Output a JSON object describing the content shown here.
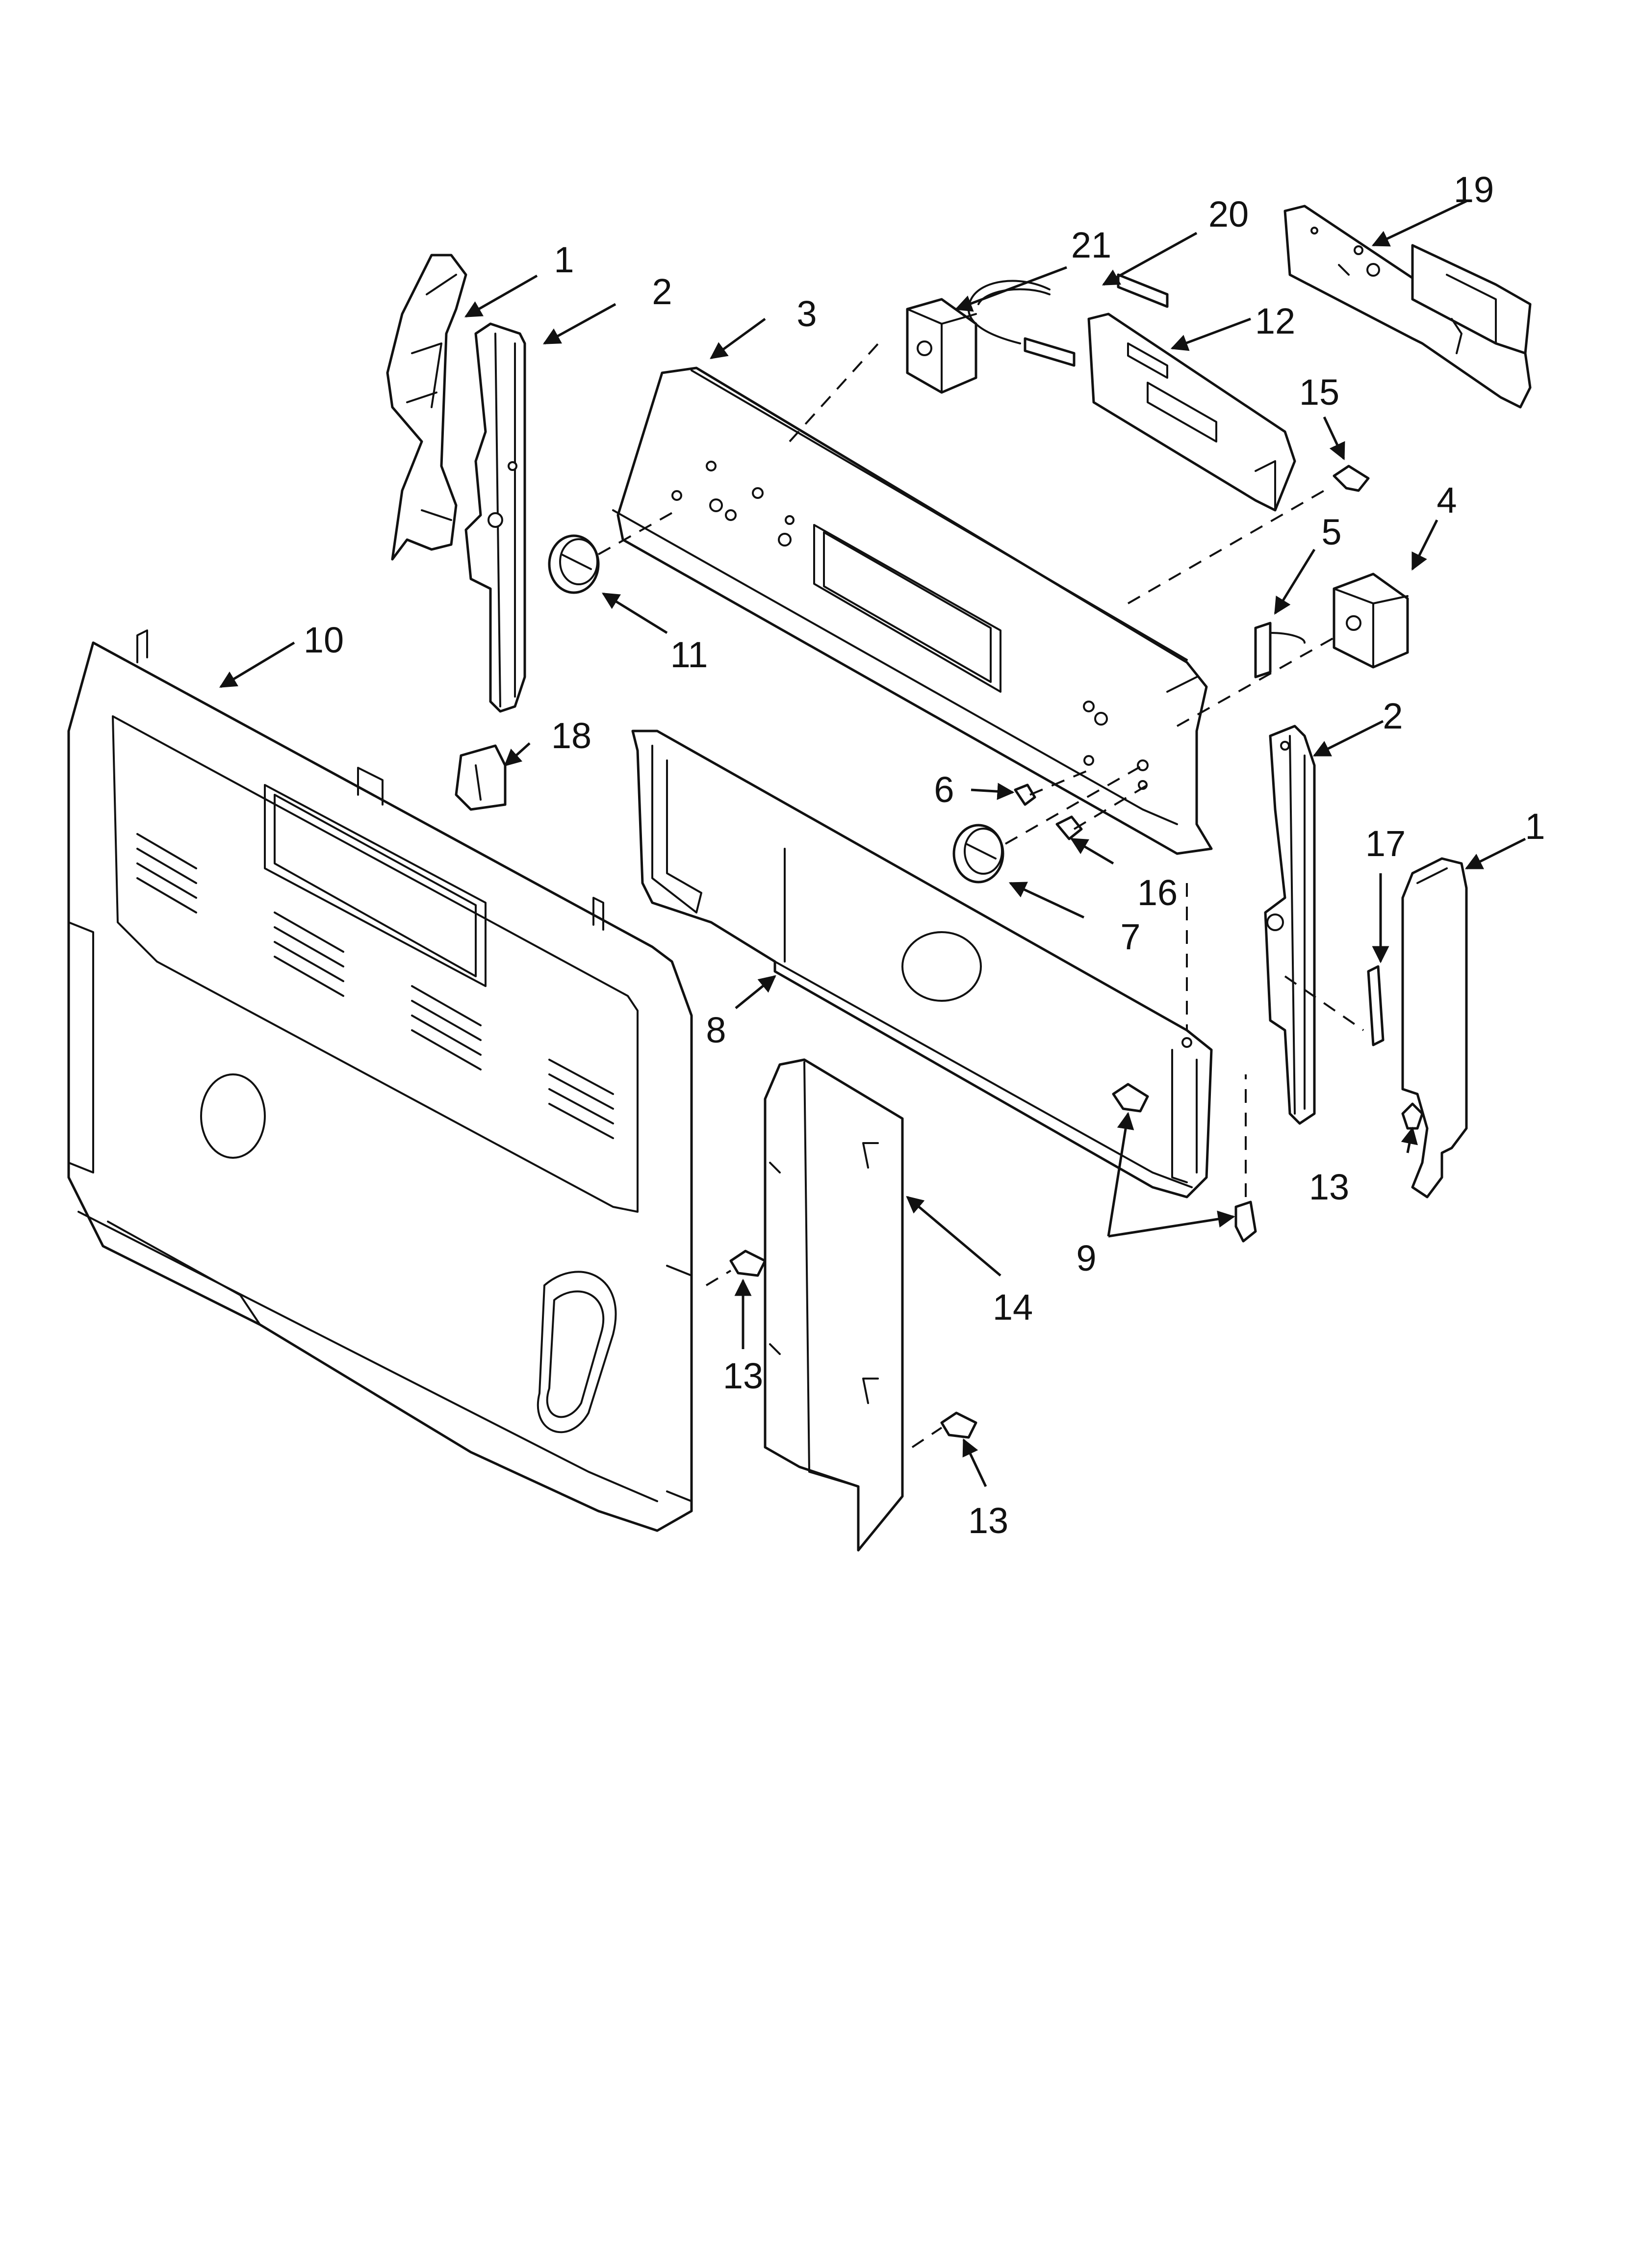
{
  "diagram": {
    "callouts": {
      "c1_left": "1",
      "c1_right": "1",
      "c2_left": "2",
      "c2_right": "2",
      "c3": "3",
      "c4": "4",
      "c5": "5",
      "c6": "6",
      "c7": "7",
      "c8": "8",
      "c9": "9",
      "c10": "10",
      "c11": "11",
      "c12": "12",
      "c13_a": "13",
      "c13_b": "13",
      "c13_c": "13",
      "c14": "14",
      "c15": "15",
      "c16": "16",
      "c17": "17",
      "c18": "18",
      "c19": "19",
      "c20": "20",
      "c21": "21"
    }
  }
}
